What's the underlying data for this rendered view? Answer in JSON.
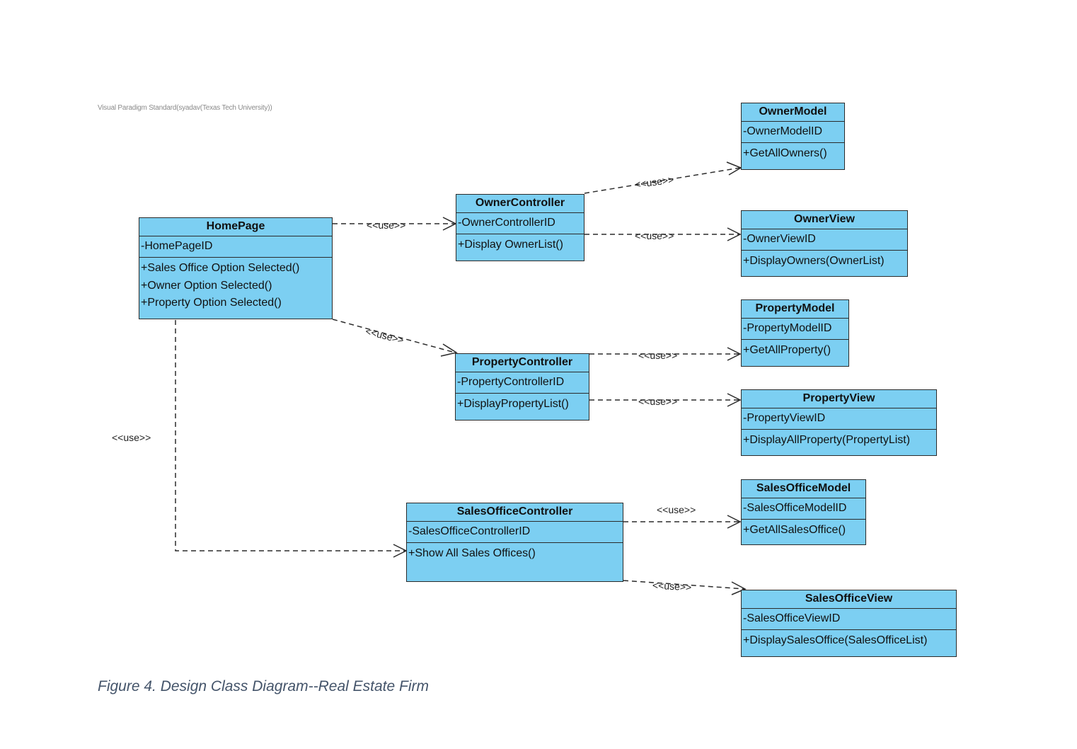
{
  "watermark": "Visual Paradigm Standard(syadav(Texas Tech University))",
  "caption": "Figure 4. Design Class Diagram--Real Estate Firm",
  "colors": {
    "class_fill": "#7ccff2",
    "line": "#2b2b2b",
    "caption": "#44546a"
  },
  "classes": {
    "homepage": {
      "name": "HomePage",
      "attrs": "-HomePageID",
      "ops": [
        "+Sales Office Option Selected()",
        "+Owner Option Selected()",
        "+Property Option Selected()"
      ]
    },
    "owner_controller": {
      "name": "OwnerController",
      "attrs": "-OwnerControllerID",
      "ops": [
        "+Display OwnerList()"
      ]
    },
    "owner_model": {
      "name": "OwnerModel",
      "attrs": "-OwnerModelID",
      "ops": [
        "+GetAllOwners()"
      ]
    },
    "owner_view": {
      "name": "OwnerView",
      "attrs": "-OwnerViewID",
      "ops": [
        "+DisplayOwners(OwnerList)"
      ]
    },
    "property_controller": {
      "name": "PropertyController",
      "attrs": "-PropertyControllerID",
      "ops": [
        "+DisplayPropertyList()"
      ]
    },
    "property_model": {
      "name": "PropertyModel",
      "attrs": "-PropertyModelID",
      "ops": [
        "+GetAllProperty()"
      ]
    },
    "property_view": {
      "name": "PropertyView",
      "attrs": "-PropertyViewID",
      "ops": [
        "+DisplayAllProperty(PropertyList)"
      ]
    },
    "salesoffice_controller": {
      "name": "SalesOfficeController",
      "attrs": "-SalesOfficeControllerID",
      "ops": [
        "+Show All Sales Offices()"
      ]
    },
    "salesoffice_model": {
      "name": "SalesOfficeModel",
      "attrs": "-SalesOfficeModelID",
      "ops": [
        "+GetAllSalesOffice()"
      ]
    },
    "salesoffice_view": {
      "name": "SalesOfficeView",
      "attrs": "-SalesOfficeViewID",
      "ops": [
        "+DisplaySalesOffice(SalesOfficeList)"
      ]
    }
  },
  "relations": [
    {
      "from": "HomePage",
      "to": "OwnerController",
      "label": "<<use>>"
    },
    {
      "from": "HomePage",
      "to": "PropertyController",
      "label": "<<use>>"
    },
    {
      "from": "HomePage",
      "to": "SalesOfficeController",
      "label": "<<use>>"
    },
    {
      "from": "OwnerController",
      "to": "OwnerModel",
      "label": "<<use>>"
    },
    {
      "from": "OwnerController",
      "to": "OwnerView",
      "label": "<<use>>"
    },
    {
      "from": "PropertyController",
      "to": "PropertyModel",
      "label": "<<use>>"
    },
    {
      "from": "PropertyController",
      "to": "PropertyView",
      "label": "<<use>>"
    },
    {
      "from": "SalesOfficeController",
      "to": "SalesOfficeModel",
      "label": "<<use>>"
    },
    {
      "from": "SalesOfficeController",
      "to": "SalesOfficeView",
      "label": "<<use>>"
    }
  ]
}
